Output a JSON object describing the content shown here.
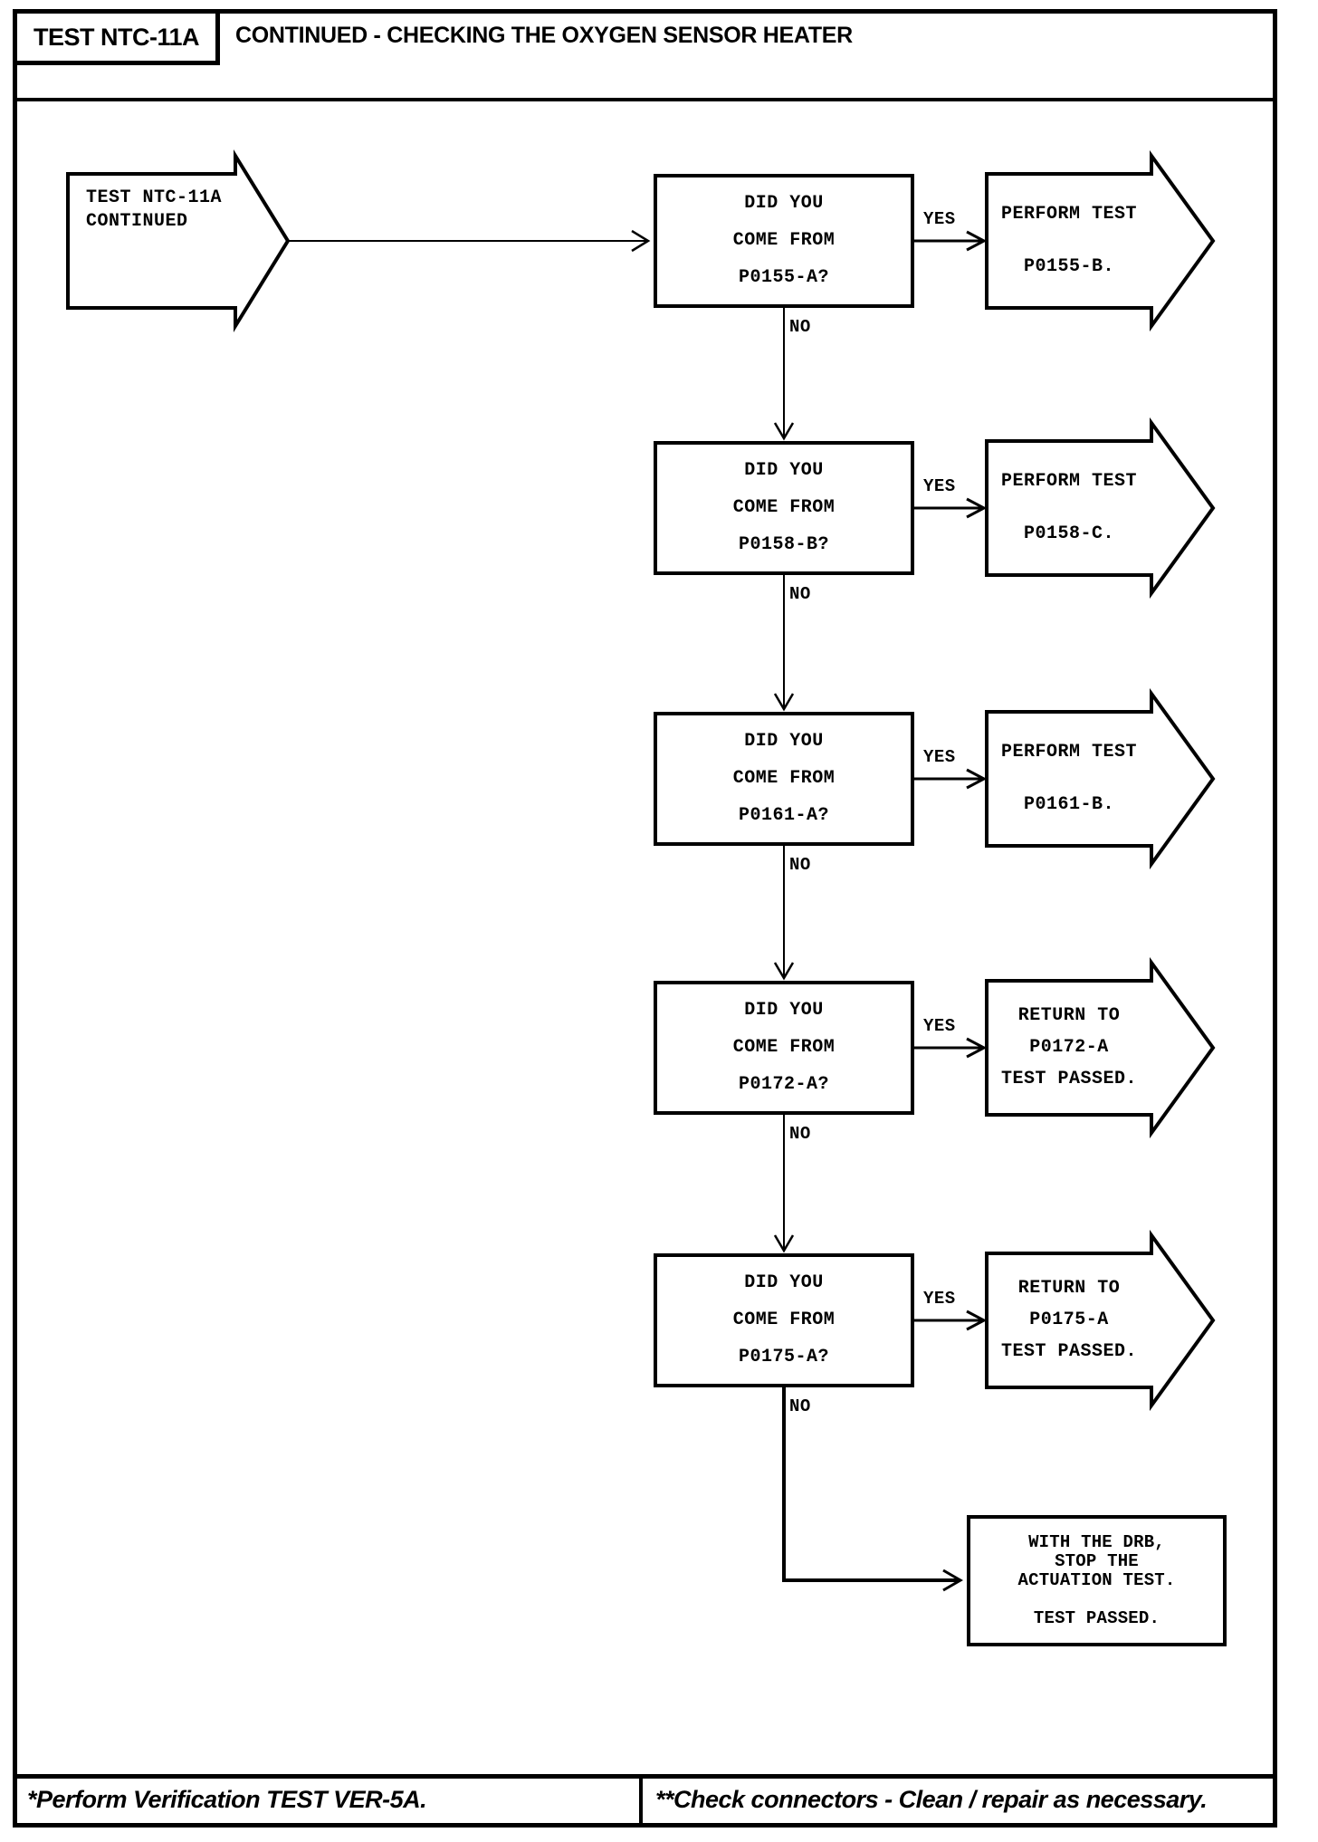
{
  "header": {
    "test_label": "TEST NTC-11A",
    "title": "CONTINUED - CHECKING THE OXYGEN SENSOR HEATER"
  },
  "start": {
    "line1": "TEST NTC-11A",
    "line2": "CONTINUED"
  },
  "flow": {
    "yes_label": "YES",
    "no_label": "NO",
    "steps": [
      {
        "question": [
          "DID YOU",
          "COME FROM",
          "P0155-A?"
        ],
        "result": [
          "PERFORM TEST",
          "P0155-B."
        ]
      },
      {
        "question": [
          "DID YOU",
          "COME FROM",
          "P0158-B?"
        ],
        "result": [
          "PERFORM TEST",
          "P0158-C."
        ]
      },
      {
        "question": [
          "DID YOU",
          "COME FROM",
          "P0161-A?"
        ],
        "result": [
          "PERFORM TEST",
          "P0161-B."
        ]
      },
      {
        "question": [
          "DID YOU",
          "COME FROM",
          "P0172-A?"
        ],
        "result": [
          "RETURN TO",
          "P0172-A",
          "TEST PASSED."
        ]
      },
      {
        "question": [
          "DID YOU",
          "COME FROM",
          "P0175-A?"
        ],
        "result": [
          "RETURN TO",
          "P0175-A",
          "TEST PASSED."
        ]
      }
    ],
    "final": [
      "WITH THE DRB,",
      "STOP THE",
      "ACTUATION TEST.",
      "",
      "TEST PASSED."
    ]
  },
  "footer": {
    "left": "*Perform Verification TEST VER-5A.",
    "right": "**Check connectors - Clean / repair as necessary."
  }
}
